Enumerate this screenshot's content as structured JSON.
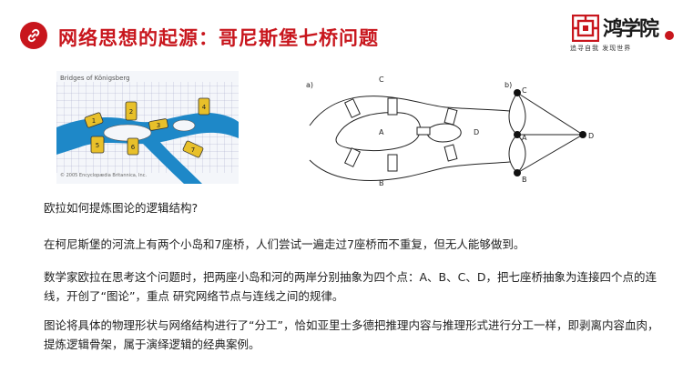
{
  "header": {
    "title": "网络思想的起源：哥尼斯堡七桥问题",
    "icon": "link-icon",
    "accent_color": "#c8161d"
  },
  "logo": {
    "name": "鸿学院",
    "tagline": "追寻自我  发现世界"
  },
  "figure_photo": {
    "caption": "Bridges of Königsberg",
    "copyright": "© 2005 Encyclopædia Britannica, Inc.",
    "bridge_numbers": [
      "1",
      "2",
      "3",
      "4",
      "5",
      "6",
      "7"
    ]
  },
  "figure_diagram": {
    "panel_a_label": "a)",
    "panel_b_label": "b)",
    "nodes": [
      "A",
      "B",
      "C",
      "D"
    ]
  },
  "body": {
    "p1": "欧拉如何提炼图论的逻辑结构?",
    "p2": "在柯尼斯堡的河流上有两个小岛和7座桥，人们尝试一遍走过7座桥而不重复，但无人能够做到。",
    "p3": "数学家欧拉在思考这个问题时，把两座小岛和河的两岸分别抽象为四个点：A、B、C、D，把七座桥抽象为连接四个点的连线，开创了“图论”，重点 研究网络节点与连线之间的规律。",
    "p4": "图论将具体的物理形状与网络结构进行了“分工”，恰如亚里士多德把推理内容与推理形式进行分工一样，即剥离内容血肉，提炼逻辑骨架，属于演绎逻辑的经典案例。"
  }
}
